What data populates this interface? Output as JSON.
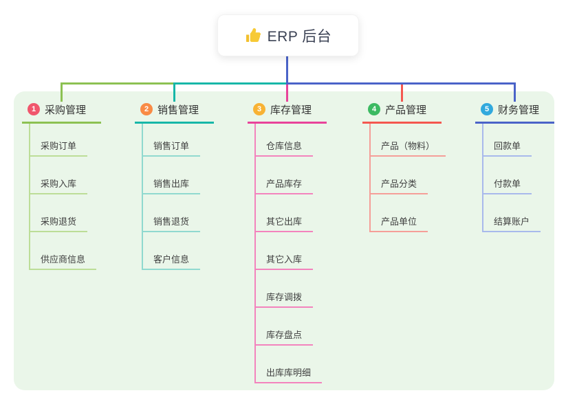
{
  "root": {
    "title": "ERP 后台",
    "icon": "thumbs-up-icon",
    "icon_color": "#f2c02e"
  },
  "panel": {
    "background": "#eaf6e9"
  },
  "connector": {
    "root_color": "#4a63c8"
  },
  "branches": [
    {
      "number": "1",
      "label": "采购管理",
      "badge_color": "#f0566c",
      "line_color": "#8cc152",
      "child_line_color": "#bcdd97",
      "children": [
        "采购订单",
        "采购入库",
        "采购退货",
        "供应商信息"
      ]
    },
    {
      "number": "2",
      "label": "销售管理",
      "badge_color": "#f98b45",
      "line_color": "#17b7a8",
      "child_line_color": "#90d9cf",
      "children": [
        "销售订单",
        "销售出库",
        "销售退货",
        "客户信息"
      ]
    },
    {
      "number": "3",
      "label": "库存管理",
      "badge_color": "#f8b234",
      "line_color": "#e8439a",
      "child_line_color": "#f383bd",
      "children": [
        "仓库信息",
        "产品库存",
        "其它出库",
        "其它入库",
        "库存调拨",
        "库存盘点",
        "出库库明细"
      ]
    },
    {
      "number": "4",
      "label": "产品管理",
      "badge_color": "#3cba62",
      "line_color": "#f4574f",
      "child_line_color": "#f59e98",
      "children": [
        "产品（物料）",
        "产品分类",
        "产品单位"
      ]
    },
    {
      "number": "5",
      "label": "财务管理",
      "badge_color": "#31a9dd",
      "line_color": "#4a63c8",
      "child_line_color": "#a8b9ec",
      "children": [
        "回款单",
        "付款单",
        "结算账户"
      ]
    }
  ]
}
